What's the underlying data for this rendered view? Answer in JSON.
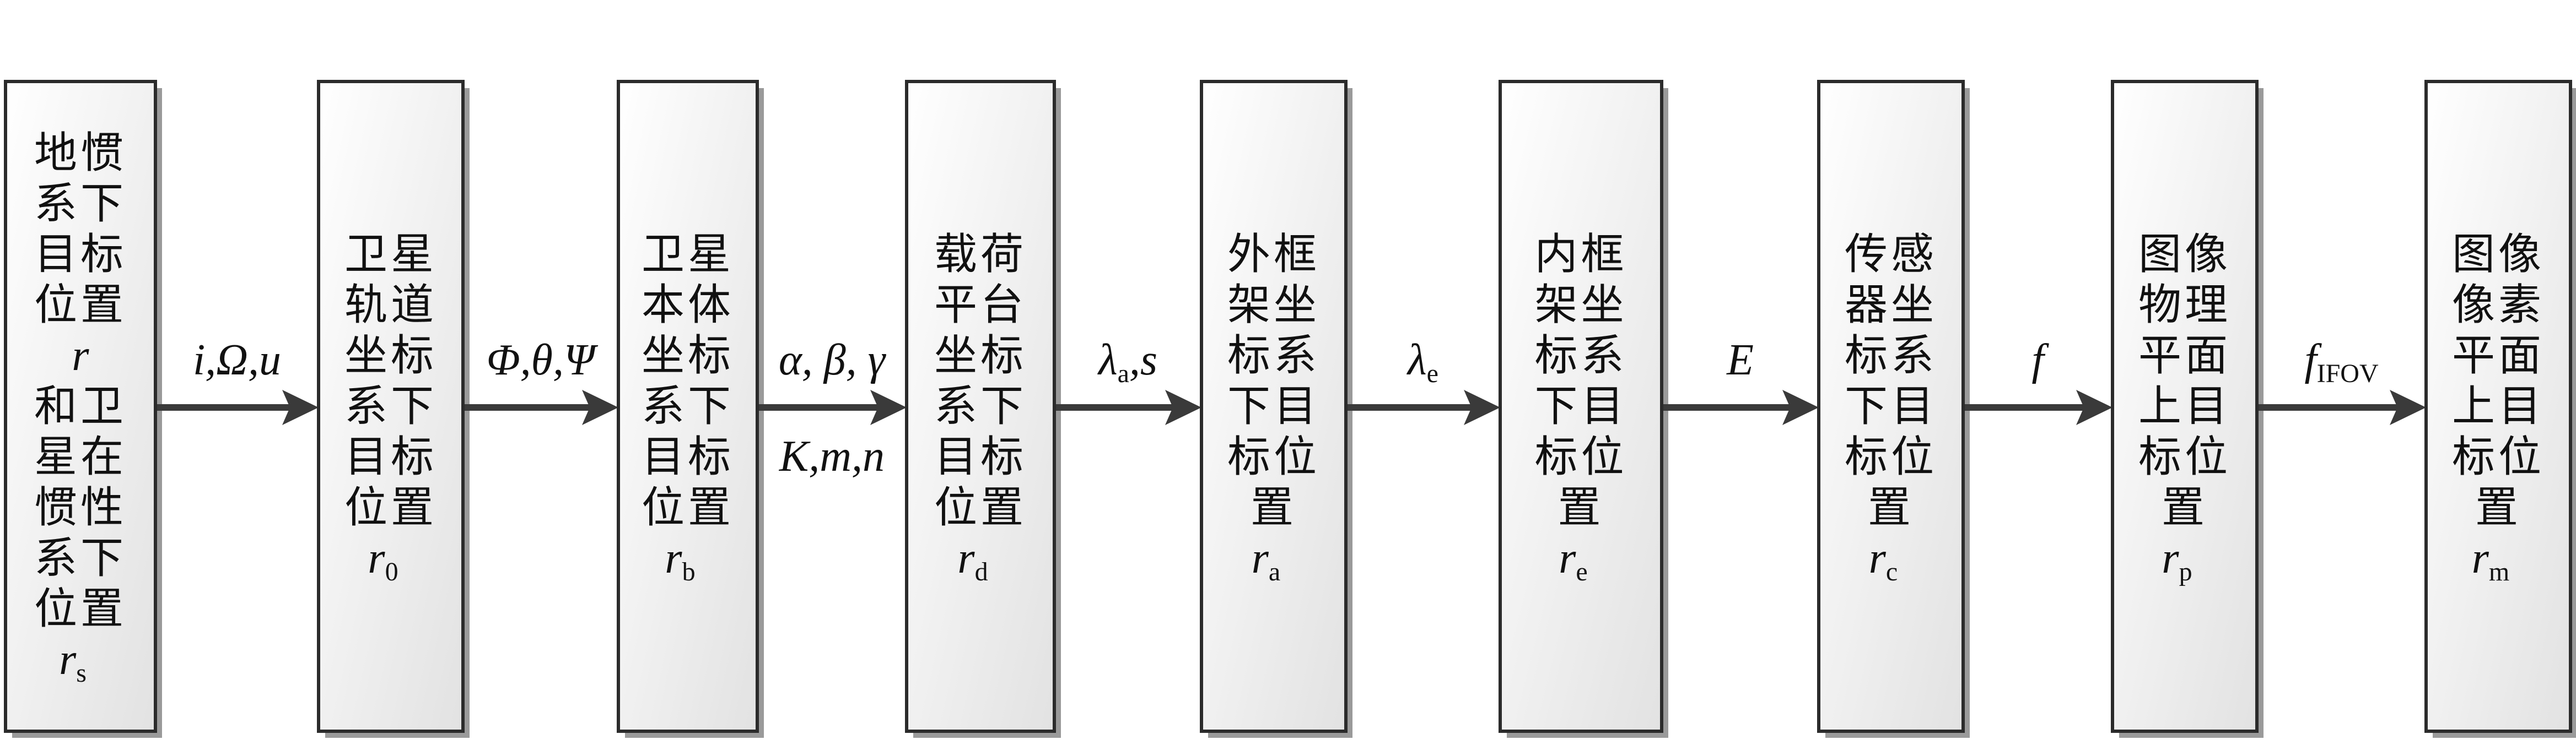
{
  "nodes": [
    {
      "id": "n1",
      "lines": [
        "地惯",
        "系下",
        "目标",
        "位置"
      ],
      "symbol": "r",
      "sub": "",
      "extra_lines": [
        "和卫",
        "星在",
        "惯性",
        "系下",
        "位置"
      ],
      "extra_symbol": "r",
      "extra_sub": "s"
    },
    {
      "id": "n2",
      "lines": [
        "卫星",
        "轨道",
        "坐标",
        "系下",
        "目标",
        "位置"
      ],
      "symbol": "r",
      "sub": "0"
    },
    {
      "id": "n3",
      "lines": [
        "卫星",
        "本体",
        "坐标",
        "系下",
        "目标",
        "位置"
      ],
      "symbol": "r",
      "sub": "b"
    },
    {
      "id": "n4",
      "lines": [
        "载荷",
        "平台",
        "坐标",
        "系下",
        "目标",
        "位置"
      ],
      "symbol": "r",
      "sub": "d"
    },
    {
      "id": "n5",
      "lines": [
        "外框",
        "架坐",
        "标系",
        "下目",
        "标位",
        "置"
      ],
      "symbol": "r",
      "sub": "a"
    },
    {
      "id": "n6",
      "lines": [
        "内框",
        "架坐",
        "标系",
        "下目",
        "标位",
        "置"
      ],
      "symbol": "r",
      "sub": "e"
    },
    {
      "id": "n7",
      "lines": [
        "传感",
        "器坐",
        "标系",
        "下目",
        "标位",
        "置"
      ],
      "symbol": "r",
      "sub": "c"
    },
    {
      "id": "n8",
      "lines": [
        "图像",
        "物理",
        "平面",
        "上目",
        "标位",
        "置"
      ],
      "symbol": "r",
      "sub": "p"
    },
    {
      "id": "n9",
      "lines": [
        "图像",
        "像素",
        "平面",
        "上目",
        "标位",
        "置"
      ],
      "symbol": "r",
      "sub": "m"
    }
  ],
  "edges": [
    {
      "from": "n1",
      "to": "n2",
      "label": "i,Ω,u",
      "label_sub": "",
      "label2": ""
    },
    {
      "from": "n2",
      "to": "n3",
      "label": "Φ,θ,Ψ",
      "label_sub": "",
      "label2": ""
    },
    {
      "from": "n3",
      "to": "n4",
      "label": "α, β, γ",
      "label_sub": "",
      "label2": "K,m,n"
    },
    {
      "from": "n4",
      "to": "n5",
      "label": "λa,s",
      "label_sub": "a",
      "label2": ""
    },
    {
      "from": "n5",
      "to": "n6",
      "label": "λe",
      "label_sub": "e",
      "label2": ""
    },
    {
      "from": "n6",
      "to": "n7",
      "label": "E",
      "label_sub": "",
      "label2": ""
    },
    {
      "from": "n7",
      "to": "n8",
      "label": "f",
      "label_sub": "",
      "label2": ""
    },
    {
      "from": "n8",
      "to": "n9",
      "label": "fIFOV",
      "label_sub": "IFOV",
      "label2": ""
    }
  ],
  "colors": {
    "box_top": "#ffffff",
    "box_bottom": "#e4e4e4",
    "border": "#2b2b2b",
    "arrow": "#3a3a3a"
  }
}
